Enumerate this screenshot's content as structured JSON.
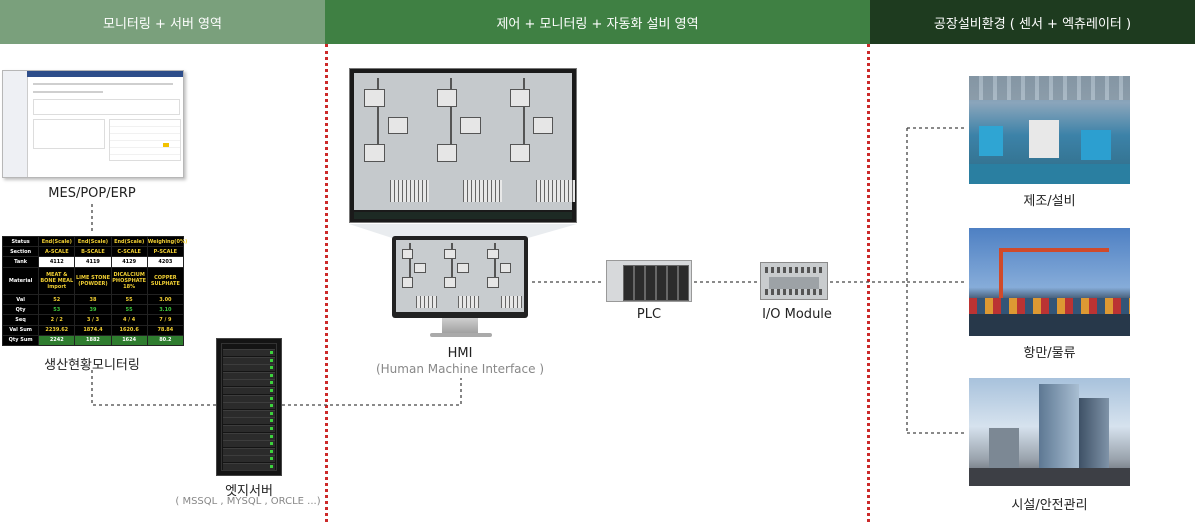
{
  "zones": {
    "monitoring_server": "모니터링 + 서버 영역",
    "control_monitoring": "제어 + 모니터링 + 자동화 설비 영역",
    "factory_env": "공장설비환경 ( 센서 + 엑츄레이터 )"
  },
  "nodes": {
    "mes": "MES/POP/ERP",
    "production_monitoring": "생산현황모니터링",
    "edge_server": "엣지서버",
    "edge_server_sub": "( MSSQL , MYSQL , ORCLE ...)",
    "hmi": "HMI",
    "hmi_sub": "(Human Machine Interface )",
    "plc": "PLC",
    "io_module": "I/O Module",
    "manufacturing": "제조/설비",
    "port_logistics": "항만/물류",
    "facility_safety": "시설/안전관리"
  },
  "monitor_table": {
    "rows": [
      [
        "Status",
        "End(Scale)",
        "End(Scale)",
        "End(Scale)",
        "Weighing(0%)"
      ],
      [
        "Section",
        "A-SCALE",
        "B-SCALE",
        "C-SCALE",
        "P-SCALE"
      ],
      [
        "Tank",
        "4112",
        "4119",
        "4129",
        "4203"
      ],
      [
        "Material",
        "MEAT & BONE MEAL import",
        "LIME STONE (POWDER)",
        "DICALCIUM PHOSPHATE 18%",
        "COPPER SULPHATE"
      ],
      [
        "Val",
        "52",
        "38",
        "55",
        "3.00"
      ],
      [
        "Qty",
        "53",
        "39",
        "55",
        "3.10"
      ],
      [
        "Seq",
        "2 / 2",
        "3 / 3",
        "4 / 4",
        "7 / 9"
      ],
      [
        "Val Sum",
        "2239.62",
        "1874.4",
        "1620.6",
        "78.84"
      ],
      [
        "Qty Sum",
        "2242",
        "1882",
        "1624",
        "80.2"
      ]
    ]
  },
  "colors": {
    "zone1": "#7aa07c",
    "zone2": "#3f8043",
    "zone3": "#1e3b1f",
    "divider": "#cc2a2a"
  }
}
